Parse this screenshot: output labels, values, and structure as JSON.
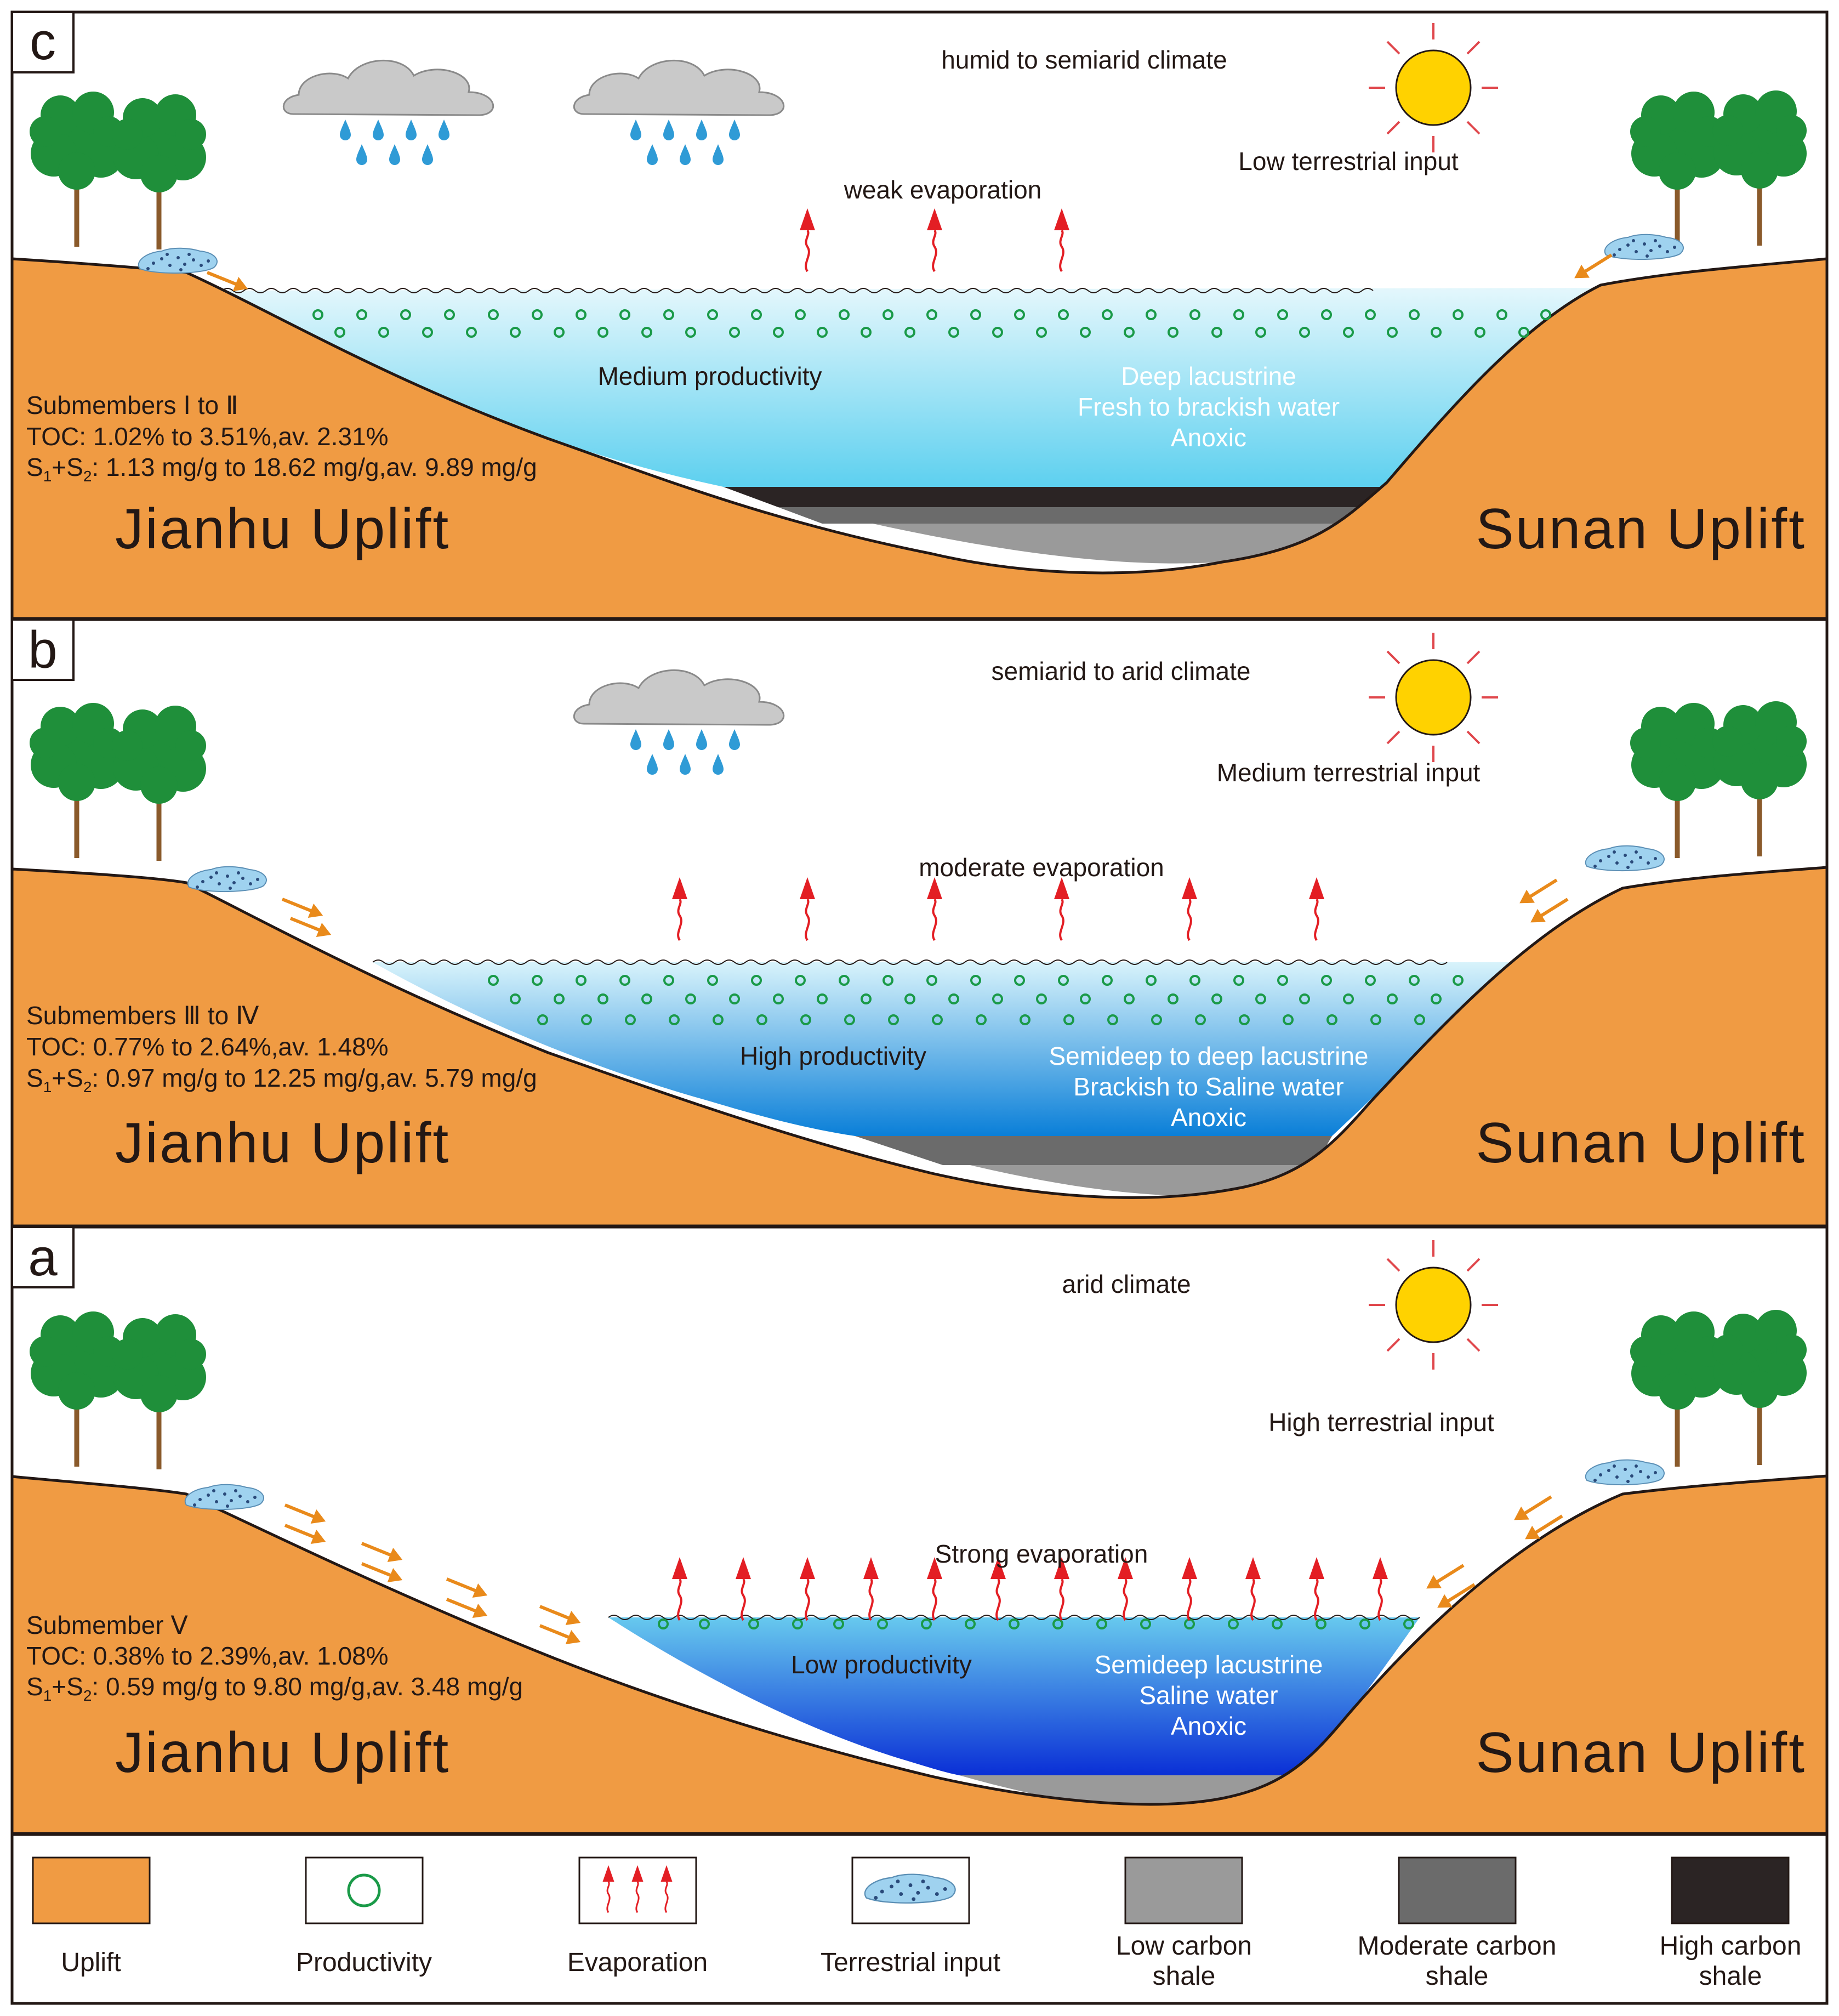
{
  "panels": {
    "c": {
      "letter": "c",
      "climate": "humid  to  semiarid  climate",
      "terrestrial": "Low terrestrial input",
      "evaporation": "weak evaporation",
      "productivity": "Medium productivity",
      "environment": [
        "Deep lacustrine",
        "Fresh  to  brackish water",
        "Anoxic"
      ],
      "submembers": "Submembers  Ⅰ  to  Ⅱ",
      "toc": "TOC: 1.02% to 3.51%,av. 2.31%",
      "s_sub1": "1",
      "s_plus": "+S",
      "s_sub2": "2",
      "s_rest": ": 1.13 mg/g to 18.62 mg/g,av. 9.89 mg/g",
      "left_uplift": "Jianhu  Uplift",
      "right_uplift": "Sunan  Uplift"
    },
    "b": {
      "letter": "b",
      "climate": "semiarid  to  arid  climate",
      "terrestrial": "Medium terrestrial input",
      "evaporation": "moderate evaporation",
      "productivity": "High productivity",
      "environment": [
        "Semideep to deep lacustrine",
        "Brackish to Saline water",
        "Anoxic"
      ],
      "submembers": "Submembers  Ⅲ  to  Ⅳ",
      "toc": "TOC: 0.77% to 2.64%,av. 1.48%",
      "s_sub1": "1",
      "s_plus": "+S",
      "s_sub2": "2",
      "s_rest": ": 0.97 mg/g to 12.25 mg/g,av. 5.79 mg/g",
      "left_uplift": "Jianhu  Uplift",
      "right_uplift": "Sunan  Uplift"
    },
    "a": {
      "letter": "a",
      "climate": "arid  climate",
      "terrestrial": "High terrestrial input",
      "evaporation": "Strong evaporation",
      "productivity": "Low productivity",
      "environment": [
        "Semideep lacustrine",
        "Saline water",
        "Anoxic"
      ],
      "submembers": "Submember  Ⅴ",
      "toc": "TOC: 0.38% to 2.39%,av. 1.08%",
      "s_sub1": "1",
      "s_plus": "+S",
      "s_sub2": "2",
      "s_rest": ": 0.59 mg/g to 9.80 mg/g,av. 3.48 mg/g",
      "left_uplift": "Jianhu  Uplift",
      "right_uplift": "Sunan  Uplift"
    }
  },
  "s_letter": "S",
  "legend": [
    {
      "key": "uplift",
      "label": [
        "Uplift"
      ]
    },
    {
      "key": "productivity",
      "label": [
        "Productivity"
      ]
    },
    {
      "key": "evaporation",
      "label": [
        "Evaporation"
      ]
    },
    {
      "key": "terrestrial",
      "label": [
        "Terrestrial input"
      ]
    },
    {
      "key": "low",
      "label": [
        "Low carbon",
        "shale"
      ]
    },
    {
      "key": "moderate",
      "label": [
        "Moderate  carbon",
        "shale"
      ]
    },
    {
      "key": "high",
      "label": [
        "High carbon",
        "shale"
      ]
    }
  ],
  "colors": {
    "uplift": "#f09b43",
    "low_carbon_shale": "#9a9a9a",
    "moderate_carbon_shale": "#6b6b6b",
    "high_carbon_shale": "#2b2424",
    "productivity": "#1a9a48",
    "evaporation": "#e31e24",
    "terrestrial_input": "#9fd2ef",
    "sun": "#ffd200",
    "cloud": "#c9c9c9",
    "rain": "#2f9bd6",
    "tree": "#1f8f3a",
    "terrestrial_arrow": "#e98a1b"
  }
}
